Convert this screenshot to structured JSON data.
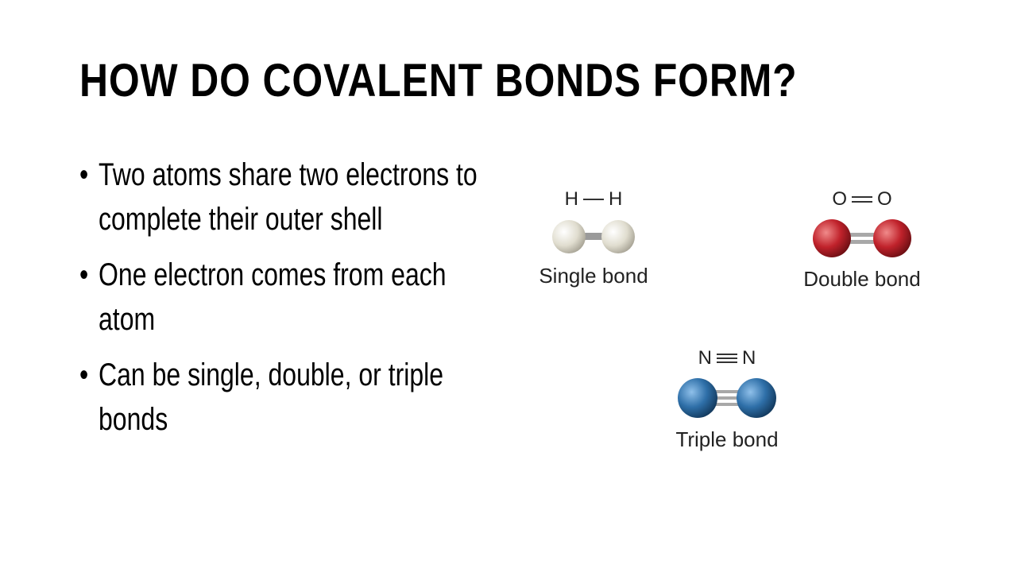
{
  "slide": {
    "title": "HOW DO COVALENT BONDS FORM?",
    "bullets": [
      "Two atoms share two electrons to complete their outer shell",
      "One electron comes from each atom",
      "Can be single, double, or triple bonds"
    ]
  },
  "figure": {
    "single": {
      "atom_left": "H",
      "atom_right": "H",
      "caption": "Single bond",
      "color": "#e3e0d4"
    },
    "double": {
      "atom_left": "O",
      "atom_right": "O",
      "caption": "Double bond",
      "color": "#c0222b"
    },
    "triple": {
      "atom_left": "N",
      "atom_right": "N",
      "caption": "Triple bond",
      "color": "#2e6fa8"
    }
  }
}
